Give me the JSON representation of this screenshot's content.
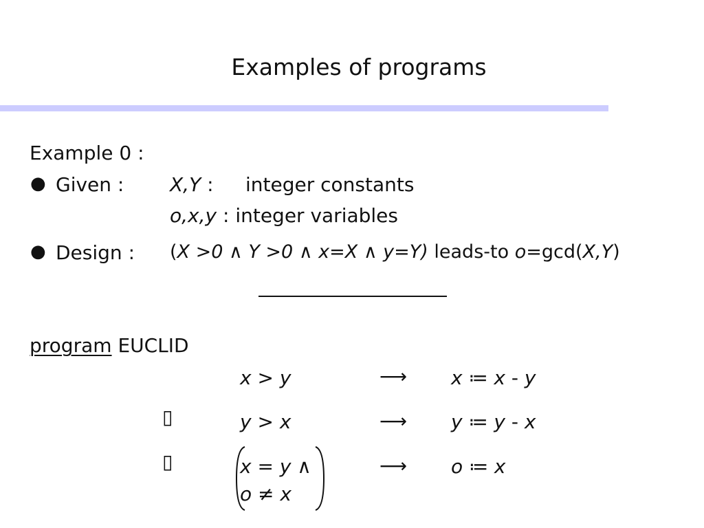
{
  "slide": {
    "title": "Examples of programs",
    "example_label": "Example 0 :",
    "given": {
      "label": "Given :",
      "constants_vars": "X,Y",
      "constants_sep": " :",
      "constants_desc": "integer constants",
      "variables_vars": "o,x,y",
      "variables_desc": " : integer variables"
    },
    "design": {
      "label": "Design :",
      "open": "(",
      "cond": "X >0 ∧ Y >0 ∧ x=X ∧ y=Y)",
      "leads_to": " leads-to ",
      "o": "o",
      "gcd_prefix": "=gcd(",
      "gcd_args": "X,Y",
      "gcd_close": ")"
    },
    "program": {
      "keyword": "program",
      "name": "EUCLID",
      "box_glyph": "▯",
      "rules": [
        {
          "guard": "x > y",
          "action_lhs": "x ≔ x",
          "action_rhs": " - y"
        },
        {
          "guard": "y > x",
          "action_lhs": "y ≔ y",
          "action_rhs": " - x"
        },
        {
          "guard_line1": "x = y ∧",
          "guard_line2": "o ≠ x",
          "action": "o ≔ x"
        }
      ],
      "arrow": "⟶"
    }
  }
}
